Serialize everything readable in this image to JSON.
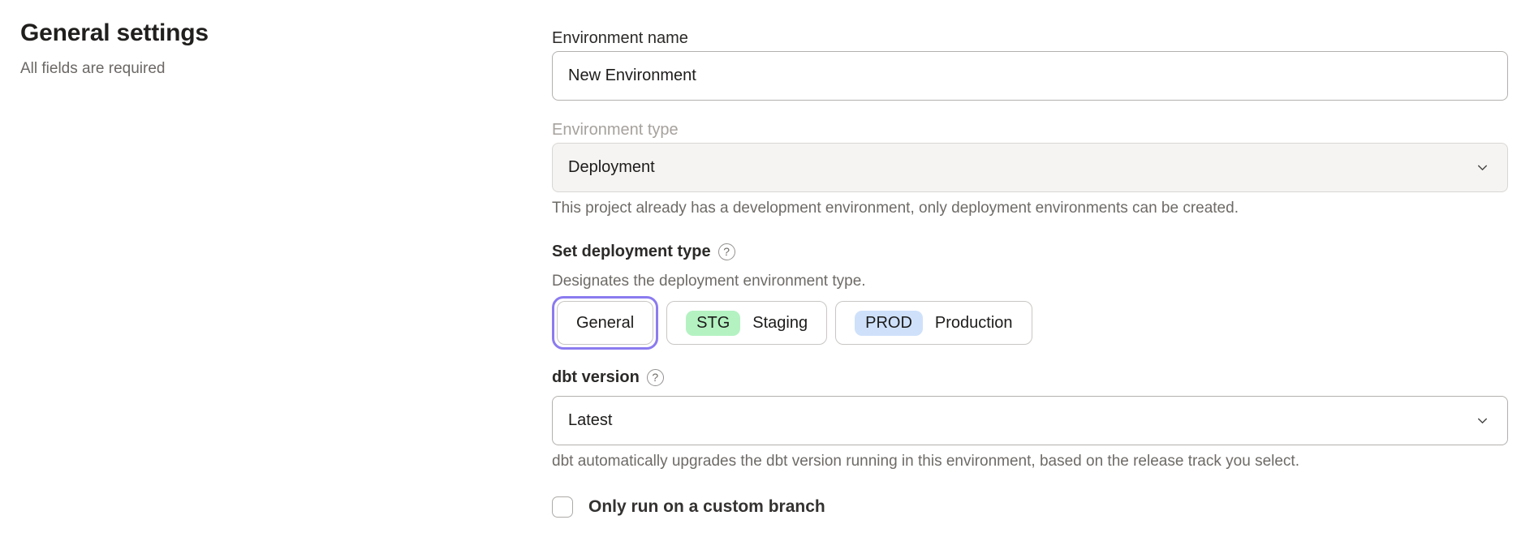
{
  "page": {
    "heading": "General settings",
    "subheading": "All fields are required"
  },
  "form": {
    "environment_name": {
      "label": "Environment name",
      "value": "New Environment"
    },
    "environment_type": {
      "label": "Environment type",
      "value": "Deployment",
      "disabled": true,
      "helper": "This project already has a development environment, only deployment environments can be created."
    },
    "deployment_type": {
      "label": "Set deployment type",
      "help_icon_glyph": "?",
      "description": "Designates the deployment environment type.",
      "options": [
        {
          "label": "General",
          "selected": true
        },
        {
          "badge": "STG",
          "label": "Staging",
          "badge_color": "#b4f2c2",
          "selected": false
        },
        {
          "badge": "PROD",
          "label": "Production",
          "badge_color": "#cfe1fa",
          "selected": false
        }
      ]
    },
    "dbt_version": {
      "label": "dbt version",
      "help_icon_glyph": "?",
      "value": "Latest",
      "helper": "dbt automatically upgrades the dbt version running in this environment, based on the release track you select."
    },
    "custom_branch": {
      "label": "Only run on a custom branch",
      "checked": false
    }
  },
  "colors": {
    "selected_ring_purple": "#8b7bef",
    "staging_badge_green": "#b4f2c2",
    "production_badge_blue": "#cfe1fa",
    "disabled_field_bg": "#f5f4f3"
  }
}
